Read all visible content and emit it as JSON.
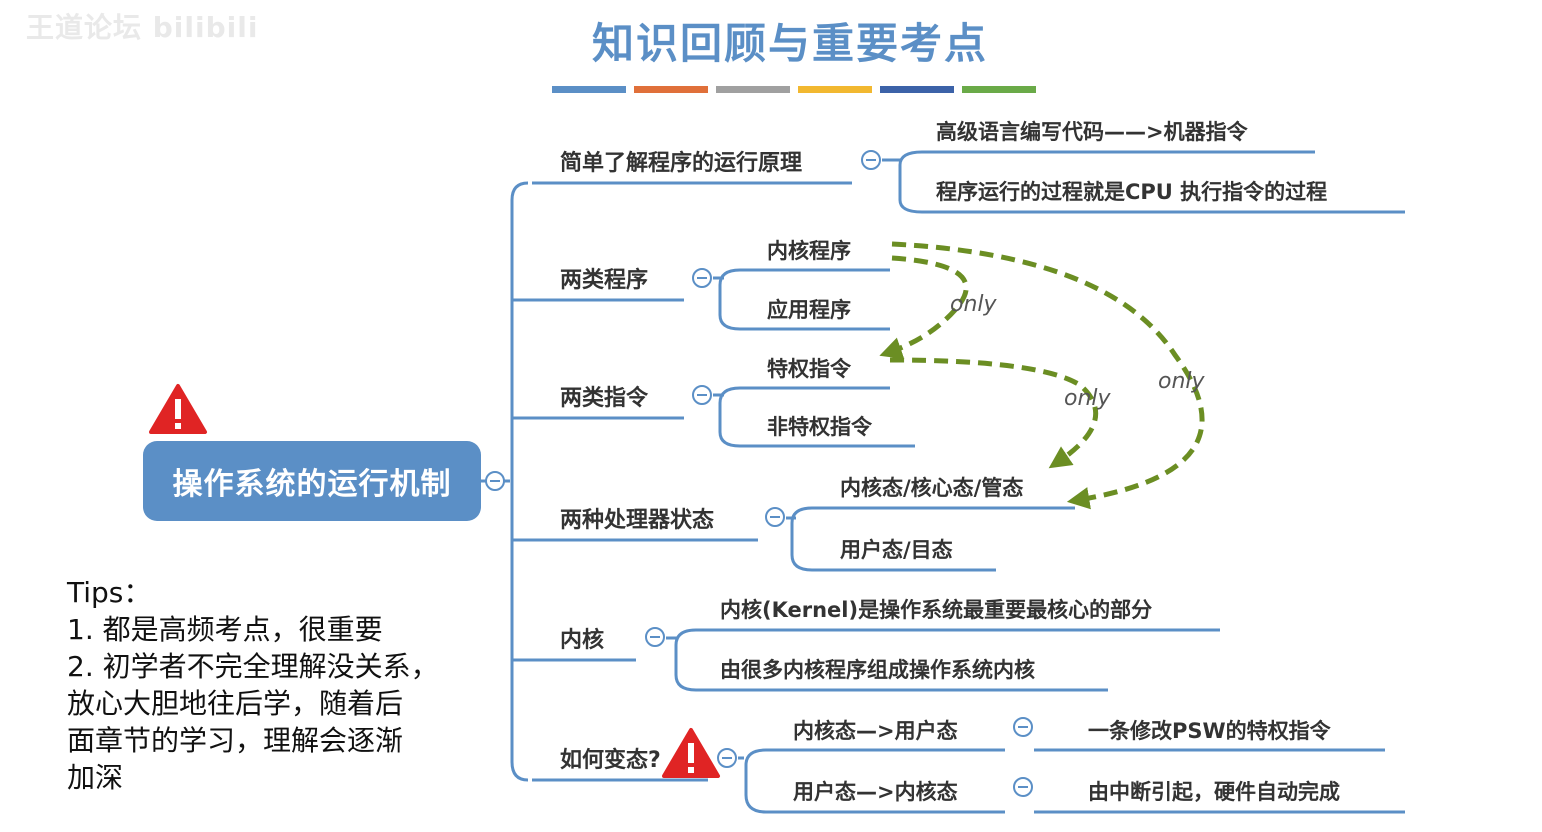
{
  "watermark": "王道论坛 bilibili",
  "title": "知识回顾与重要考点",
  "color_bars": [
    "#5b8fc6",
    "#e0703a",
    "#a0a0a0",
    "#f2b830",
    "#3c62a8",
    "#6aaa48"
  ],
  "root": "操作系统的运行机制",
  "branches": [
    {
      "label": "简单了解程序的运行原理",
      "children": [
        "高级语言编写代码——>机器指令",
        "程序运行的过程就是CPU 执行指令的过程"
      ]
    },
    {
      "label": "两类程序",
      "children": [
        "内核程序",
        "应用程序"
      ]
    },
    {
      "label": "两类指令",
      "children": [
        "特权指令",
        "非特权指令"
      ]
    },
    {
      "label": "两种处理器状态",
      "children": [
        "内核态/核心态/管态",
        "用户态/目态"
      ]
    },
    {
      "label": "内核",
      "children": [
        "内核(Kernel)是操作系统最重要最核心的部分",
        "由很多内核程序组成操作系统内核"
      ]
    },
    {
      "label": "如何变态?",
      "children": [
        {
          "label": "内核态—>用户态",
          "detail": "一条修改PSW的特权指令"
        },
        {
          "label": "用户态—>内核态",
          "detail": "由中断引起，硬件自动完成"
        }
      ]
    }
  ],
  "arrow_labels": [
    "only",
    "only",
    "only"
  ],
  "tips": {
    "heading": "Tips：",
    "lines": [
      "1. 都是高频考点，很重要",
      "2. 初学者不完全理解没关系，",
      "放心大胆地往后学，随着后",
      "面章节的学习，理解会逐渐",
      "加深"
    ]
  },
  "colors": {
    "branch": "#5b8fc6",
    "arrow": "#6b8e23",
    "warning": "#e02424"
  }
}
